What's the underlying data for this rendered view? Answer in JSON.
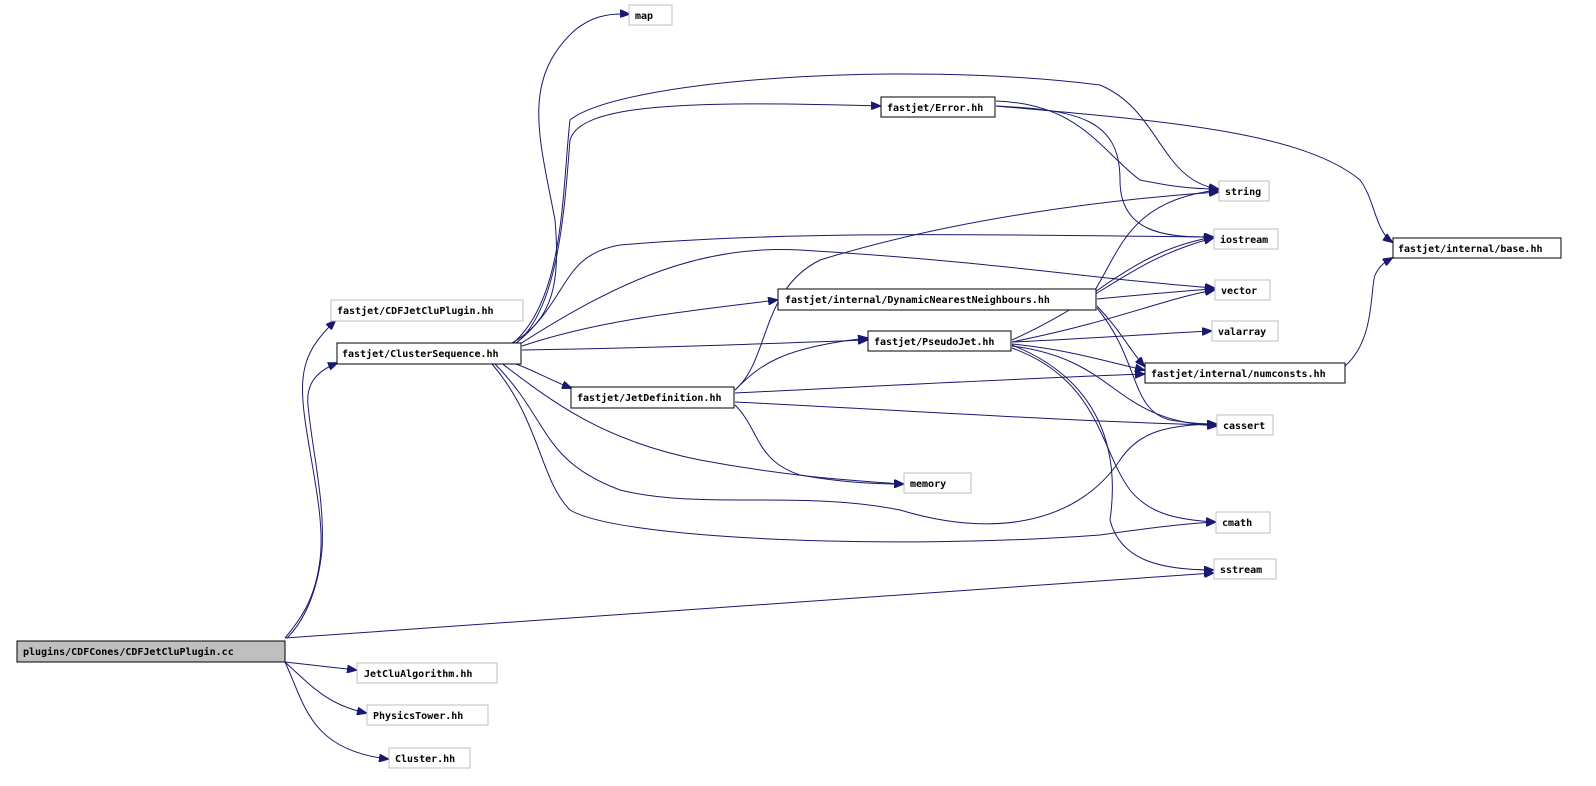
{
  "nodes": {
    "root": "plugins/CDFCones/CDFJetCluPlugin.cc",
    "cdfplugin": "fastjet/CDFJetCluPlugin.hh",
    "clusterseq": "fastjet/ClusterSequence.hh",
    "map": "map",
    "error": "fastjet/Error.hh",
    "dnn": "fastjet/internal/DynamicNearestNeighbours.hh",
    "pseudojet": "fastjet/PseudoJet.hh",
    "jetdef": "fastjet/JetDefinition.hh",
    "memory": "memory",
    "string": "string",
    "iostream": "iostream",
    "vector": "vector",
    "valarray": "valarray",
    "numconsts": "fastjet/internal/numconsts.hh",
    "cassert": "cassert",
    "cmath": "cmath",
    "sstream": "sstream",
    "base": "fastjet/internal/base.hh",
    "jetclu": "JetCluAlgorithm.hh",
    "physicstower": "PhysicsTower.hh",
    "cluster": "Cluster.hh"
  },
  "colors": {
    "edge": "#191970",
    "root_fill": "#bfbfbf",
    "documented_border": "#000000",
    "external_border": "#bfbfbf"
  }
}
